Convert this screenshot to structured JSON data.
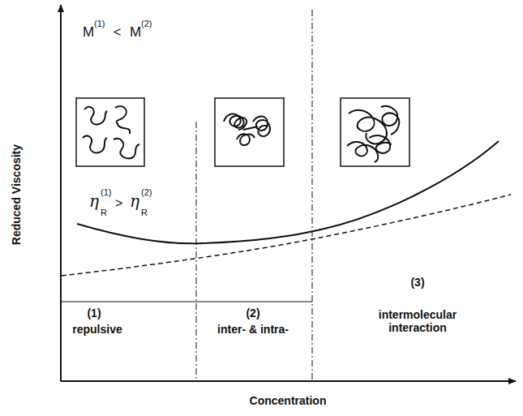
{
  "diagram": {
    "labels": [
      "Reduced Viscosity",
      "M",
      "(1)",
      "<",
      "M",
      "(2)",
      "η",
      "(1)",
      "R",
      ">",
      "η",
      "(2)",
      "R",
      "(1)",
      "repulsive",
      "(2)",
      "inter- & intra-",
      "(3)",
      "intermolecular interaction",
      "Concentration"
    ]
  }
}
